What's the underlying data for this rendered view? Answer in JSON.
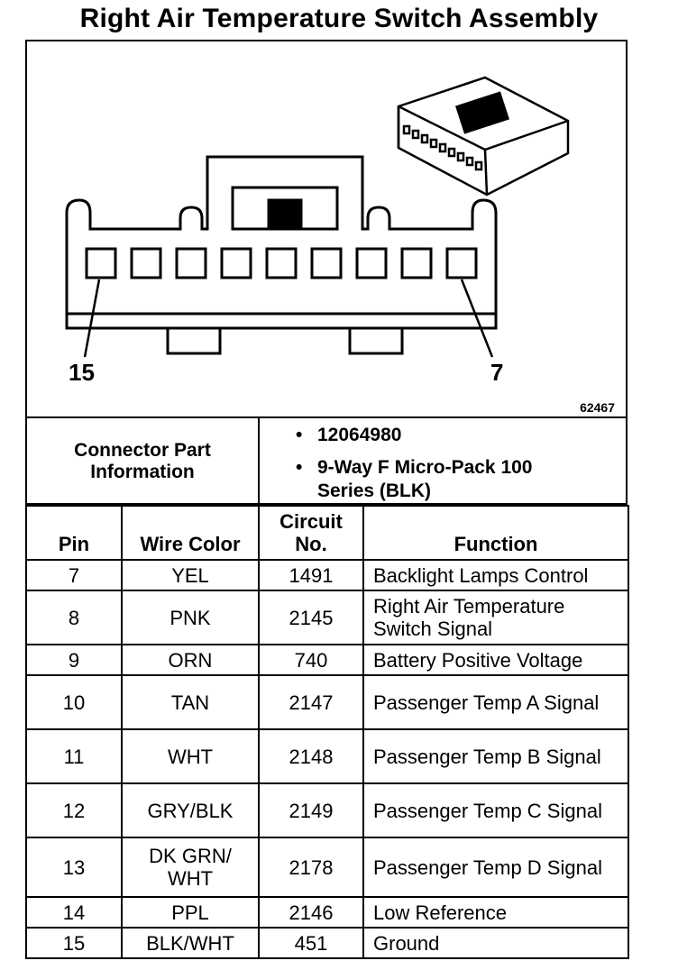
{
  "title": "Right Air Temperature Switch Assembly",
  "diagram": {
    "figure_id": "62467",
    "pin_left": "15",
    "pin_right": "7",
    "cavity_count": 9
  },
  "connector_info": {
    "label": "Connector Part Information",
    "bullets": [
      "12064980",
      "9-Way F Micro-Pack 100 Series (BLK)"
    ]
  },
  "table": {
    "headers": {
      "pin": "Pin",
      "wire_color": "Wire Color",
      "circuit": "Circuit No.",
      "function": "Function"
    },
    "rows": [
      {
        "pin": "7",
        "wire": "YEL",
        "circuit": "1491",
        "function": "Backlight Lamps Control"
      },
      {
        "pin": "8",
        "wire": "PNK",
        "circuit": "2145",
        "function": "Right Air Temperature Switch Signal"
      },
      {
        "pin": "9",
        "wire": "ORN",
        "circuit": "740",
        "function": "Battery Positive Voltage"
      },
      {
        "pin": "10",
        "wire": "TAN",
        "circuit": "2147",
        "function": "Passenger Temp A Signal"
      },
      {
        "pin": "11",
        "wire": "WHT",
        "circuit": "2148",
        "function": "Passenger Temp B Signal"
      },
      {
        "pin": "12",
        "wire": "GRY/BLK",
        "circuit": "2149",
        "function": "Passenger Temp C Signal"
      },
      {
        "pin": "13",
        "wire": "DK GRN/ WHT",
        "circuit": "2178",
        "function": "Passenger Temp D Signal"
      },
      {
        "pin": "14",
        "wire": "PPL",
        "circuit": "2146",
        "function": "Low Reference"
      },
      {
        "pin": "15",
        "wire": "BLK/WHT",
        "circuit": "451",
        "function": "Ground"
      }
    ]
  }
}
